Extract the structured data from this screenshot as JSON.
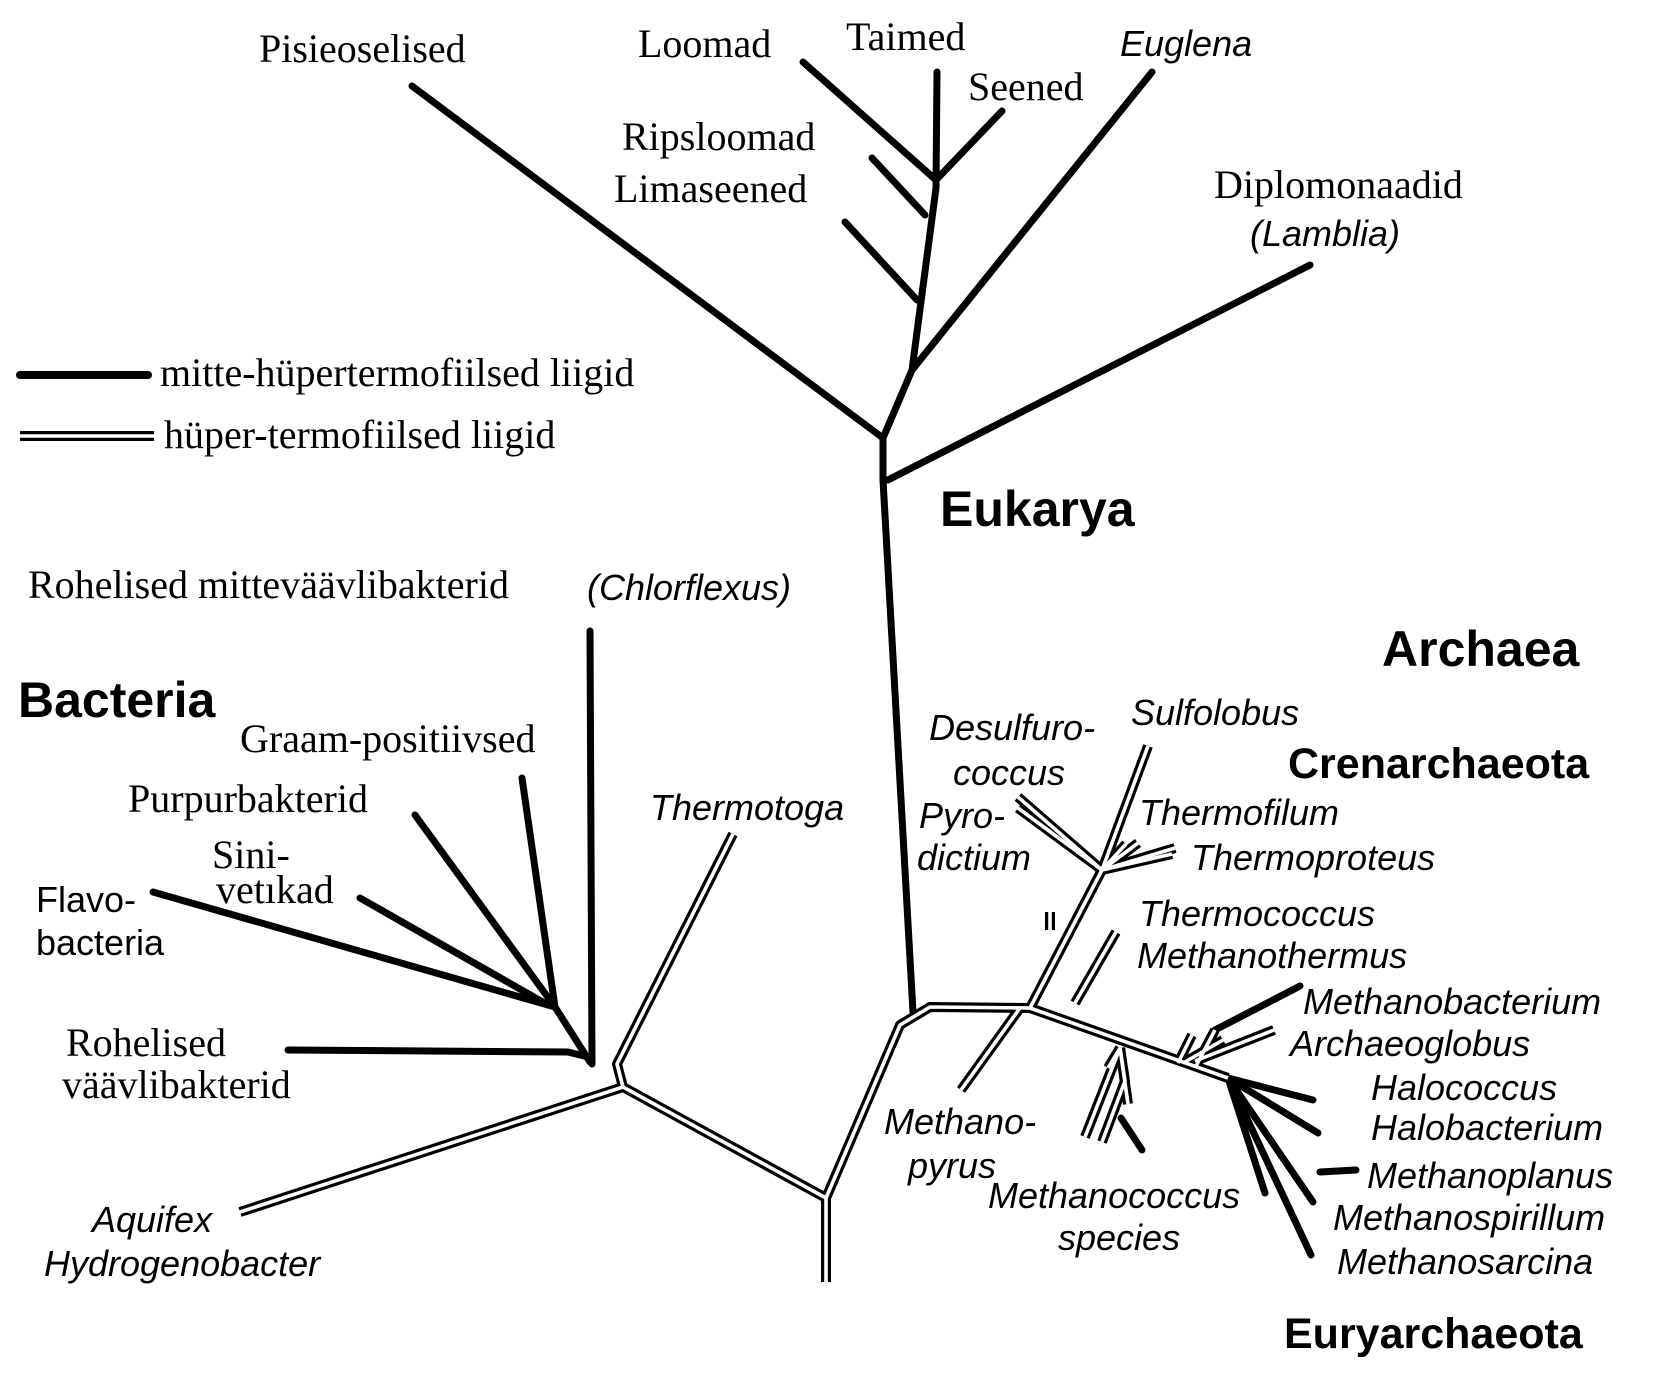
{
  "legend": {
    "non_hyper": "mitte-hüpertermofiilsed liigid",
    "hyper": "hüper-termofiilsed liigid"
  },
  "domains": {
    "eukarya": "Eukarya",
    "bacteria": "Bacteria",
    "archaea": "Archaea",
    "crenarchaeota": "Crenarchaeota",
    "euryarchaeota": "Euryarchaeota"
  },
  "eukarya_taxa": {
    "pisieoselised": "Pisieoselised",
    "loomad": "Loomad",
    "taimed": "Taimed",
    "seened": "Seened",
    "euglena": "Euglena",
    "ripsloomad": "Ripsloomad",
    "limaseened": "Limaseened",
    "diplomonaadid": "Diplomonaadid",
    "lamblia": "(Lamblia)"
  },
  "bacteria_taxa": {
    "rohelised_mittevaavli": "Rohelised mitteväävlibakterid",
    "chlorflexus": "(Chlorflexus)",
    "graam_positiivsed": "Graam-positiivsed",
    "purpurbakterid": "Purpurbakterid",
    "sini": "Sini-",
    "vetikad": "vetıkad",
    "flavo": "Flavo-",
    "flavo_bacteria": "bacteria",
    "rohelised": "Rohelised",
    "vaavlibakterid": "väävlibakterid",
    "thermotoga": "Thermotoga",
    "aquifex": "Aquifex",
    "hydrogenobacter": "Hydrogenobacter"
  },
  "archaea_taxa": {
    "desulfuro": "Desulfuro-",
    "coccus": "coccus",
    "sulfolobus": "Sulfolobus",
    "pyro": "Pyro-",
    "dictium": "dictium",
    "thermofilum": "Thermofilum",
    "thermoproteus": "Thermoproteus",
    "thermococcus": "Thermococcus",
    "methanothermus": "Methanothermus",
    "methanobacterium": "Methanobacterium",
    "archaeoglobus": "Archaeoglobus",
    "halococcus": "Halococcus",
    "halobacterium": "Halobacterium",
    "methanoplanus": "Methanoplanus",
    "methanospirillum": "Methanospirillum",
    "methanosarcina": "Methanosarcina",
    "methano": "Methano-",
    "pyrus": "pyrus",
    "methanococcus": "Methanococcus",
    "species": "species"
  }
}
